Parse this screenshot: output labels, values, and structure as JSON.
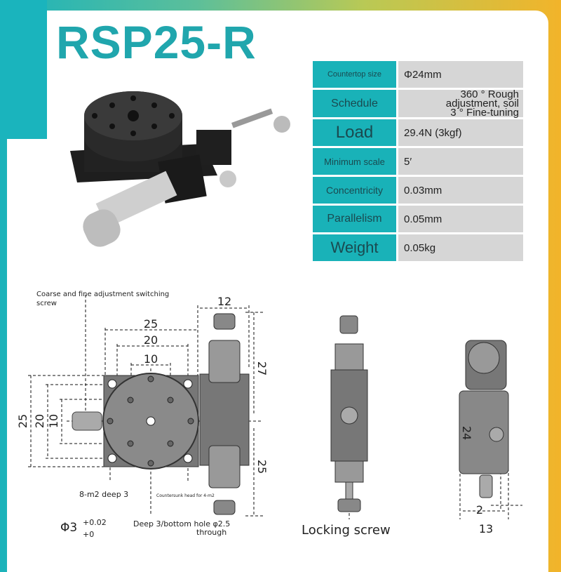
{
  "title": "RSP25-R",
  "specs": [
    {
      "label": "Countertop size",
      "value": "Φ24mm"
    },
    {
      "label": "Schedule",
      "value": "360 ° Rough adjustment, soil",
      "value2": "3 ° Fine-tuning"
    },
    {
      "label": "Load",
      "value": "29.4N (3kgf)"
    },
    {
      "label": "Minimum scale",
      "value": "5′"
    },
    {
      "label": "Concentricity",
      "value": "0.03mm"
    },
    {
      "label": "Parallelism",
      "value": "0.05mm"
    },
    {
      "label": "Weight",
      "value": "0.05kg"
    }
  ],
  "drawing": {
    "switch_screw_1": "Coarse and fine adjustment switching",
    "switch_screw_2": "screw",
    "dim_25": "25",
    "dim_20": "20",
    "dim_10": "10",
    "dim_12": "12",
    "dim_v25": "25",
    "dim_v20": "20",
    "dim_v10": "10",
    "dim_27": "27",
    "dim_25b": "25",
    "holes": "8-m2 deep 3",
    "countersunk": "Countersunk head for 4-m2",
    "phi3": "Φ3",
    "tol_plus": "+0.02",
    "tol_zero": "+0",
    "deep3": "Deep 3/bottom hole φ2.5",
    "through": "through",
    "locking_screw": "Locking screw",
    "dim_24": "24",
    "dim_2": "2",
    "dim_13": "13"
  },
  "colors": {
    "accent": "#19b2b8",
    "title": "#20a6ad"
  }
}
